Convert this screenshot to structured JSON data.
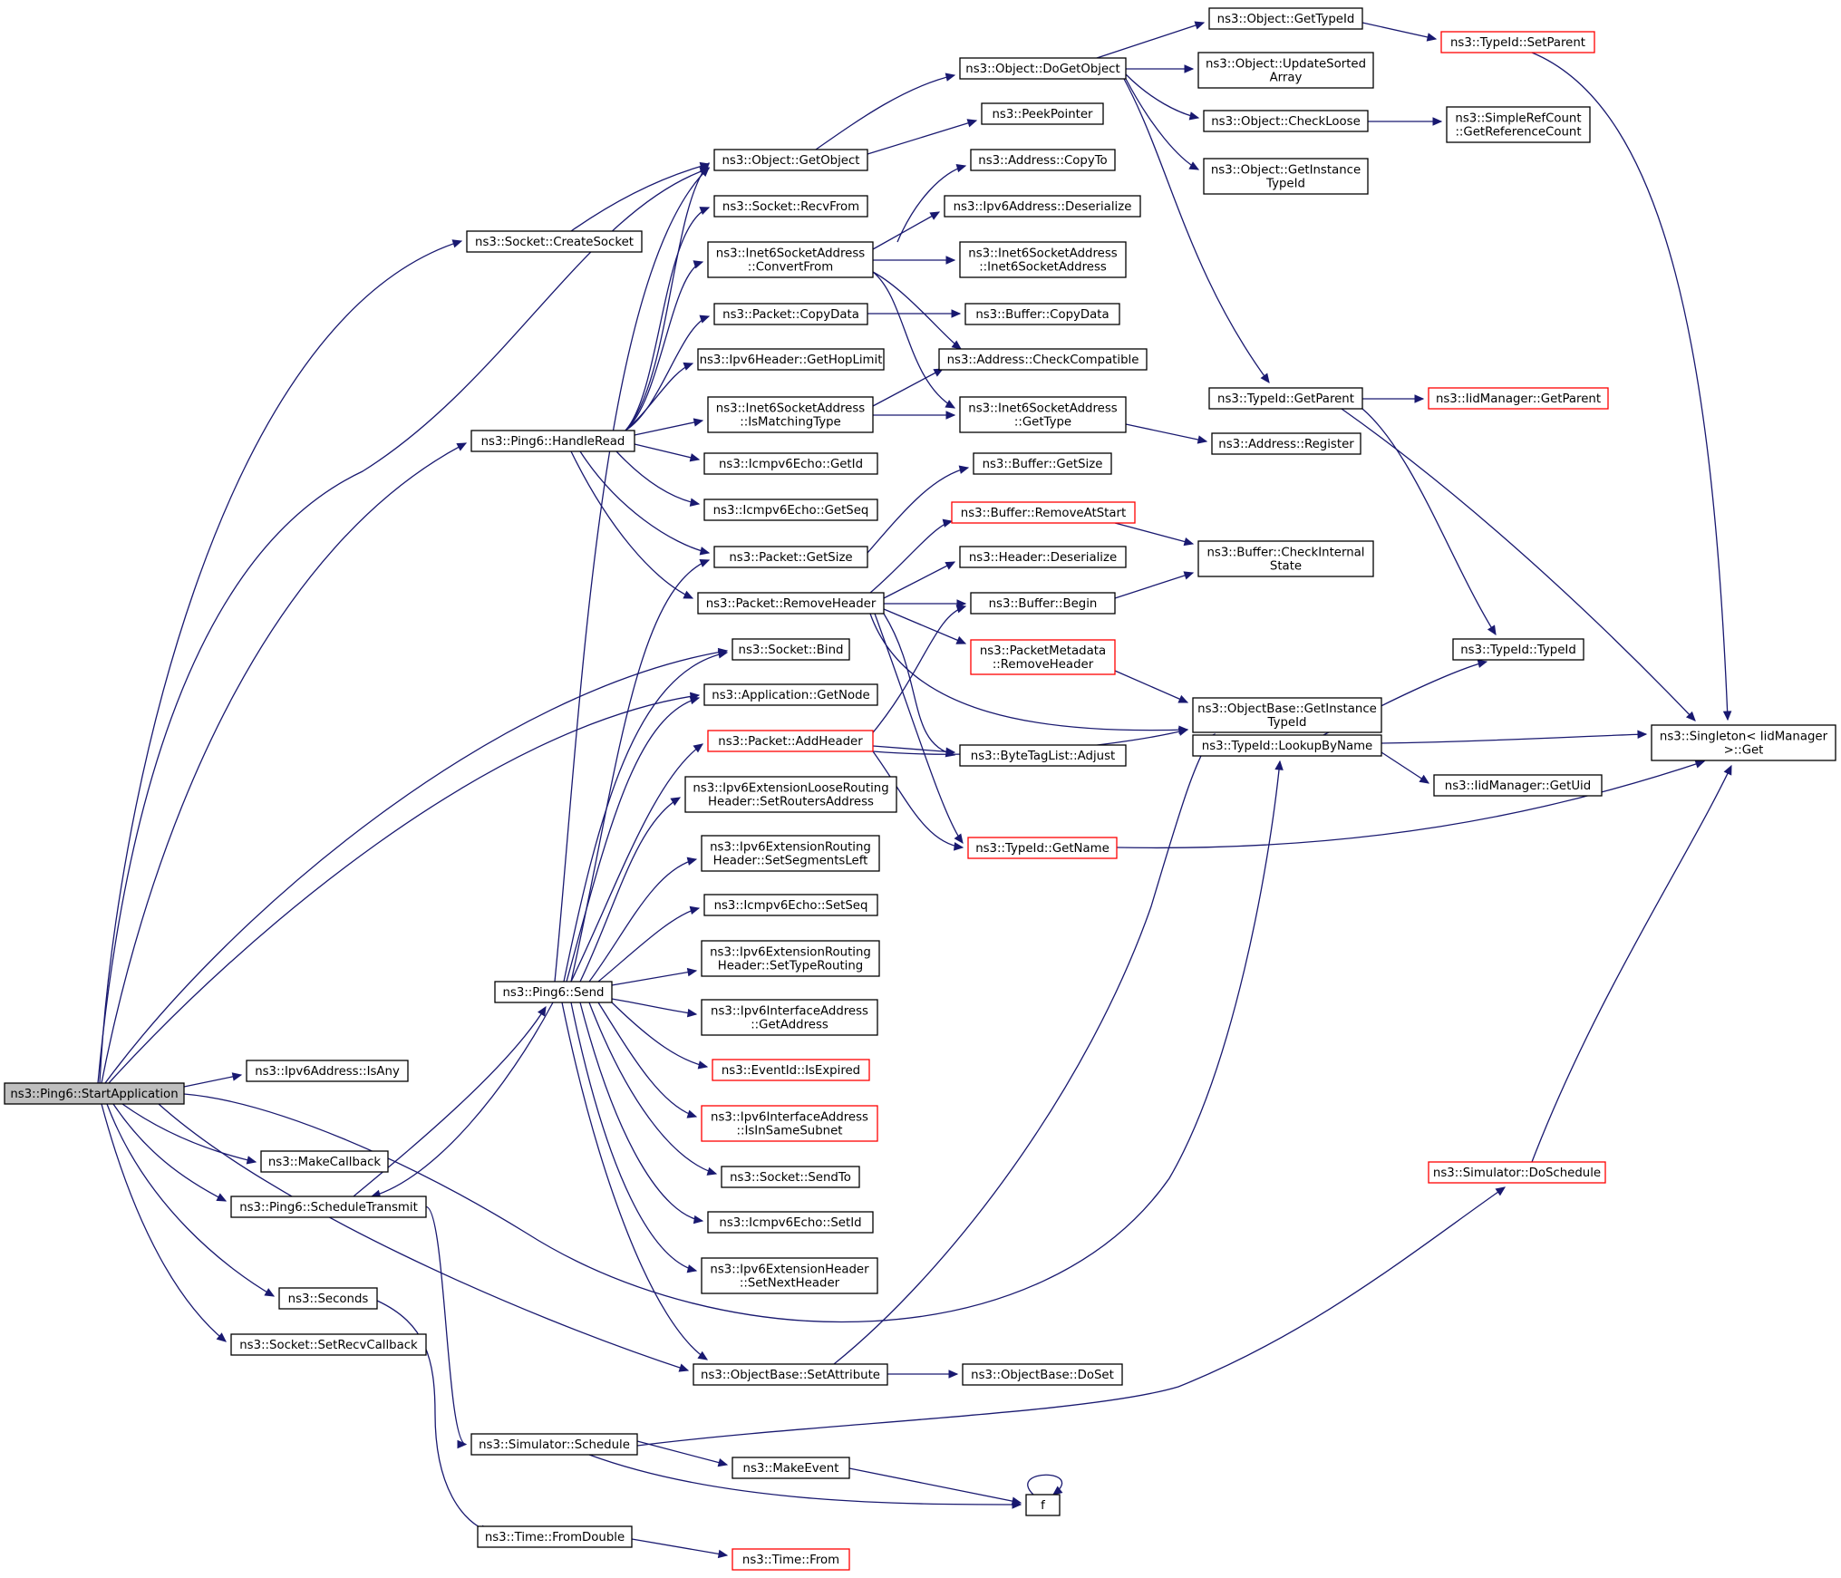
{
  "edge_color": "#191970",
  "node_border": "#000000",
  "truncated_border": "#ff0000",
  "root_fill": "#bfbfbf",
  "nodes": [
    {
      "id": "start",
      "lines": [
        "ns3::Ping6::StartApplication"
      ],
      "root": true
    },
    {
      "id": "createsocket",
      "lines": [
        "ns3::Socket::CreateSocket"
      ]
    },
    {
      "id": "handleread",
      "lines": [
        "ns3::Ping6::HandleRead"
      ]
    },
    {
      "id": "isany",
      "lines": [
        "ns3::Ipv6Address::IsAny"
      ]
    },
    {
      "id": "makecallback",
      "lines": [
        "ns3::MakeCallback"
      ]
    },
    {
      "id": "scheduletransmit",
      "lines": [
        "ns3::Ping6::ScheduleTransmit"
      ]
    },
    {
      "id": "seconds",
      "lines": [
        "ns3::Seconds"
      ]
    },
    {
      "id": "setrecvcallback",
      "lines": [
        "ns3::Socket::SetRecvCallback"
      ]
    },
    {
      "id": "send",
      "lines": [
        "ns3::Ping6::Send"
      ]
    },
    {
      "id": "simschedule",
      "lines": [
        "ns3::Simulator::Schedule"
      ]
    },
    {
      "id": "fromdouble",
      "lines": [
        "ns3::Time::FromDouble"
      ]
    },
    {
      "id": "getobject",
      "lines": [
        "ns3::Object::GetObject"
      ]
    },
    {
      "id": "recvfrom",
      "lines": [
        "ns3::Socket::RecvFrom"
      ]
    },
    {
      "id": "convertfrom",
      "lines": [
        "ns3::Inet6SocketAddress",
        "::ConvertFrom"
      ]
    },
    {
      "id": "copydata",
      "lines": [
        "ns3::Packet::CopyData"
      ]
    },
    {
      "id": "gethoplimit",
      "lines": [
        "ns3::Ipv6Header::GetHopLimit"
      ]
    },
    {
      "id": "ismatchingtype",
      "lines": [
        "ns3::Inet6SocketAddress",
        "::IsMatchingType"
      ]
    },
    {
      "id": "echogetid",
      "lines": [
        "ns3::Icmpv6Echo::GetId"
      ]
    },
    {
      "id": "echogetseq",
      "lines": [
        "ns3::Icmpv6Echo::GetSeq"
      ]
    },
    {
      "id": "pktgetsize",
      "lines": [
        "ns3::Packet::GetSize"
      ]
    },
    {
      "id": "removeheader",
      "lines": [
        "ns3::Packet::RemoveHeader"
      ]
    },
    {
      "id": "bind",
      "lines": [
        "ns3::Socket::Bind"
      ]
    },
    {
      "id": "getnode",
      "lines": [
        "ns3::Application::GetNode"
      ]
    },
    {
      "id": "addheader",
      "lines": [
        "ns3::Packet::AddHeader"
      ],
      "truncated": true
    },
    {
      "id": "setroutersaddress",
      "lines": [
        "ns3::Ipv6ExtensionLooseRouting",
        "Header::SetRoutersAddress"
      ]
    },
    {
      "id": "setsegmentsleft",
      "lines": [
        "ns3::Ipv6ExtensionRouting",
        "Header::SetSegmentsLeft"
      ]
    },
    {
      "id": "setseq",
      "lines": [
        "ns3::Icmpv6Echo::SetSeq"
      ]
    },
    {
      "id": "settyperouting",
      "lines": [
        "ns3::Ipv6ExtensionRouting",
        "Header::SetTypeRouting"
      ]
    },
    {
      "id": "getaddress",
      "lines": [
        "ns3::Ipv6InterfaceAddress",
        "::GetAddress"
      ]
    },
    {
      "id": "isexpired",
      "lines": [
        "ns3::EventId::IsExpired"
      ],
      "truncated": true
    },
    {
      "id": "isinsamesubnet",
      "lines": [
        "ns3::Ipv6InterfaceAddress",
        "::IsInSameSubnet"
      ],
      "truncated": true
    },
    {
      "id": "sendto",
      "lines": [
        "ns3::Socket::SendTo"
      ]
    },
    {
      "id": "setid",
      "lines": [
        "ns3::Icmpv6Echo::SetId"
      ]
    },
    {
      "id": "setnextheader",
      "lines": [
        "ns3::Ipv6ExtensionHeader",
        "::SetNextHeader"
      ]
    },
    {
      "id": "setattribute",
      "lines": [
        "ns3::ObjectBase::SetAttribute"
      ]
    },
    {
      "id": "makeevent",
      "lines": [
        "ns3::MakeEvent"
      ]
    },
    {
      "id": "timefrom",
      "lines": [
        "ns3::Time::From"
      ],
      "truncated": true
    },
    {
      "id": "dogetobject",
      "lines": [
        "ns3::Object::DoGetObject"
      ]
    },
    {
      "id": "peekpointer",
      "lines": [
        "ns3::PeekPointer"
      ]
    },
    {
      "id": "copyto",
      "lines": [
        "ns3::Address::CopyTo"
      ]
    },
    {
      "id": "deserialize",
      "lines": [
        "ns3::Ipv6Address::Deserialize"
      ]
    },
    {
      "id": "inet6ctor",
      "lines": [
        "ns3::Inet6SocketAddress",
        "::Inet6SocketAddress"
      ]
    },
    {
      "id": "bufcopydata",
      "lines": [
        "ns3::Buffer::CopyData"
      ]
    },
    {
      "id": "checkcompatible",
      "lines": [
        "ns3::Address::CheckCompatible"
      ]
    },
    {
      "id": "gettype",
      "lines": [
        "ns3::Inet6SocketAddress",
        "::GetType"
      ]
    },
    {
      "id": "bufgetsize",
      "lines": [
        "ns3::Buffer::GetSize"
      ]
    },
    {
      "id": "removeatstart",
      "lines": [
        "ns3::Buffer::RemoveAtStart"
      ],
      "truncated": true
    },
    {
      "id": "hdrdeserialize",
      "lines": [
        "ns3::Header::Deserialize"
      ]
    },
    {
      "id": "bufbegin",
      "lines": [
        "ns3::Buffer::Begin"
      ]
    },
    {
      "id": "pmremoveheader",
      "lines": [
        "ns3::PacketMetadata",
        "::RemoveHeader"
      ],
      "truncated": true
    },
    {
      "id": "adjust",
      "lines": [
        "ns3::ByteTagList::Adjust"
      ]
    },
    {
      "id": "getname",
      "lines": [
        "ns3::TypeId::GetName"
      ],
      "truncated": true
    },
    {
      "id": "doset",
      "lines": [
        "ns3::ObjectBase::DoSet"
      ]
    },
    {
      "id": "f",
      "lines": [
        "f"
      ]
    },
    {
      "id": "gettypeid",
      "lines": [
        "ns3::Object::GetTypeId"
      ]
    },
    {
      "id": "updatesorted",
      "lines": [
        "ns3::Object::UpdateSorted",
        "Array"
      ]
    },
    {
      "id": "checkloose",
      "lines": [
        "ns3::Object::CheckLoose"
      ]
    },
    {
      "id": "objgetinstance",
      "lines": [
        "ns3::Object::GetInstance",
        "TypeId"
      ]
    },
    {
      "id": "tidgetparent",
      "lines": [
        "ns3::TypeId::GetParent"
      ]
    },
    {
      "id": "register",
      "lines": [
        "ns3::Address::Register"
      ]
    },
    {
      "id": "checkinternal",
      "lines": [
        "ns3::Buffer::CheckInternal",
        "State"
      ]
    },
    {
      "id": "obgetinstance",
      "lines": [
        "ns3::ObjectBase::GetInstance",
        "TypeId"
      ]
    },
    {
      "id": "lookupbyname",
      "lines": [
        "ns3::TypeId::LookupByName"
      ]
    },
    {
      "id": "doschedule",
      "lines": [
        "ns3::Simulator::DoSchedule"
      ],
      "truncated": true
    },
    {
      "id": "setparent",
      "lines": [
        "ns3::TypeId::SetParent"
      ],
      "truncated": true
    },
    {
      "id": "getrefcount",
      "lines": [
        "ns3::SimpleRefCount",
        "::GetReferenceCount"
      ]
    },
    {
      "id": "iidgetparent",
      "lines": [
        "ns3::IidManager::GetParent"
      ],
      "truncated": true
    },
    {
      "id": "typeidctor",
      "lines": [
        "ns3::TypeId::TypeId"
      ]
    },
    {
      "id": "singletonget",
      "lines": [
        "ns3::Singleton< IidManager",
        " >::Get"
      ]
    },
    {
      "id": "getuid",
      "lines": [
        "ns3::IidManager::GetUid"
      ]
    }
  ],
  "edges": [
    {
      "from": "start",
      "to": "createsocket"
    },
    {
      "from": "start",
      "to": "handleread"
    },
    {
      "from": "start",
      "to": "isany"
    },
    {
      "from": "start",
      "to": "makecallback"
    },
    {
      "from": "start",
      "to": "scheduletransmit"
    },
    {
      "from": "start",
      "to": "seconds"
    },
    {
      "from": "start",
      "to": "setrecvcallback"
    },
    {
      "from": "start",
      "to": "getobject"
    },
    {
      "from": "start",
      "to": "bind"
    },
    {
      "from": "start",
      "to": "getnode"
    },
    {
      "from": "start",
      "to": "setattribute"
    },
    {
      "from": "start",
      "to": "lookupbyname"
    },
    {
      "from": "createsocket",
      "to": "getobject"
    },
    {
      "from": "handleread",
      "to": "getobject"
    },
    {
      "from": "handleread",
      "to": "recvfrom"
    },
    {
      "from": "handleread",
      "to": "convertfrom"
    },
    {
      "from": "handleread",
      "to": "copydata"
    },
    {
      "from": "handleread",
      "to": "gethoplimit"
    },
    {
      "from": "handleread",
      "to": "ismatchingtype"
    },
    {
      "from": "handleread",
      "to": "echogetid"
    },
    {
      "from": "handleread",
      "to": "echogetseq"
    },
    {
      "from": "handleread",
      "to": "pktgetsize"
    },
    {
      "from": "handleread",
      "to": "removeheader"
    },
    {
      "from": "scheduletransmit",
      "to": "send"
    },
    {
      "from": "scheduletransmit",
      "to": "simschedule"
    },
    {
      "from": "send",
      "to": "scheduletransmit"
    },
    {
      "from": "send",
      "to": "getobject"
    },
    {
      "from": "send",
      "to": "pktgetsize"
    },
    {
      "from": "send",
      "to": "bind"
    },
    {
      "from": "send",
      "to": "getnode"
    },
    {
      "from": "send",
      "to": "addheader"
    },
    {
      "from": "send",
      "to": "setroutersaddress"
    },
    {
      "from": "send",
      "to": "setsegmentsleft"
    },
    {
      "from": "send",
      "to": "setseq"
    },
    {
      "from": "send",
      "to": "settyperouting"
    },
    {
      "from": "send",
      "to": "getaddress"
    },
    {
      "from": "send",
      "to": "isexpired"
    },
    {
      "from": "send",
      "to": "isinsamesubnet"
    },
    {
      "from": "send",
      "to": "sendto"
    },
    {
      "from": "send",
      "to": "setid"
    },
    {
      "from": "send",
      "to": "setnextheader"
    },
    {
      "from": "send",
      "to": "setattribute"
    },
    {
      "from": "seconds",
      "to": "fromdouble"
    },
    {
      "from": "simschedule",
      "to": "makeevent"
    },
    {
      "from": "simschedule",
      "to": "f"
    },
    {
      "from": "simschedule",
      "to": "doschedule"
    },
    {
      "from": "fromdouble",
      "to": "timefrom"
    },
    {
      "from": "getobject",
      "to": "dogetobject"
    },
    {
      "from": "getobject",
      "to": "peekpointer"
    },
    {
      "from": "convertfrom",
      "to": "copyto"
    },
    {
      "from": "convertfrom",
      "to": "deserialize"
    },
    {
      "from": "convertfrom",
      "to": "inet6ctor"
    },
    {
      "from": "convertfrom",
      "to": "checkcompatible"
    },
    {
      "from": "convertfrom",
      "to": "gettype"
    },
    {
      "from": "copydata",
      "to": "bufcopydata"
    },
    {
      "from": "ismatchingtype",
      "to": "checkcompatible"
    },
    {
      "from": "ismatchingtype",
      "to": "gettype"
    },
    {
      "from": "pktgetsize",
      "to": "bufgetsize"
    },
    {
      "from": "removeheader",
      "to": "removeatstart"
    },
    {
      "from": "removeheader",
      "to": "hdrdeserialize"
    },
    {
      "from": "removeheader",
      "to": "bufbegin"
    },
    {
      "from": "removeheader",
      "to": "pmremoveheader"
    },
    {
      "from": "removeheader",
      "to": "obgetinstance"
    },
    {
      "from": "removeheader",
      "to": "adjust"
    },
    {
      "from": "removeheader",
      "to": "getname"
    },
    {
      "from": "addheader",
      "to": "bufbegin"
    },
    {
      "from": "addheader",
      "to": "adjust"
    },
    {
      "from": "addheader",
      "to": "getname"
    },
    {
      "from": "addheader",
      "to": "obgetinstance"
    },
    {
      "from": "setattribute",
      "to": "doset"
    },
    {
      "from": "setattribute",
      "to": "obgetinstance"
    },
    {
      "from": "makeevent",
      "to": "f"
    },
    {
      "from": "f",
      "to": "f"
    },
    {
      "from": "dogetobject",
      "to": "gettypeid"
    },
    {
      "from": "dogetobject",
      "to": "updatesorted"
    },
    {
      "from": "dogetobject",
      "to": "checkloose"
    },
    {
      "from": "dogetobject",
      "to": "objgetinstance"
    },
    {
      "from": "dogetobject",
      "to": "tidgetparent"
    },
    {
      "from": "gettype",
      "to": "register"
    },
    {
      "from": "removeatstart",
      "to": "checkinternal"
    },
    {
      "from": "bufbegin",
      "to": "checkinternal"
    },
    {
      "from": "pmremoveheader",
      "to": "obgetinstance"
    },
    {
      "from": "getname",
      "to": "singletonget"
    },
    {
      "from": "gettypeid",
      "to": "setparent"
    },
    {
      "from": "checkloose",
      "to": "getrefcount"
    },
    {
      "from": "tidgetparent",
      "to": "iidgetparent"
    },
    {
      "from": "tidgetparent",
      "to": "singletonget"
    },
    {
      "from": "tidgetparent",
      "to": "typeidctor"
    },
    {
      "from": "setparent",
      "to": "singletonget"
    },
    {
      "from": "lookupbyname",
      "to": "typeidctor"
    },
    {
      "from": "lookupbyname",
      "to": "singletonget"
    },
    {
      "from": "lookupbyname",
      "to": "getuid"
    },
    {
      "from": "doschedule",
      "to": "singletonget"
    }
  ]
}
